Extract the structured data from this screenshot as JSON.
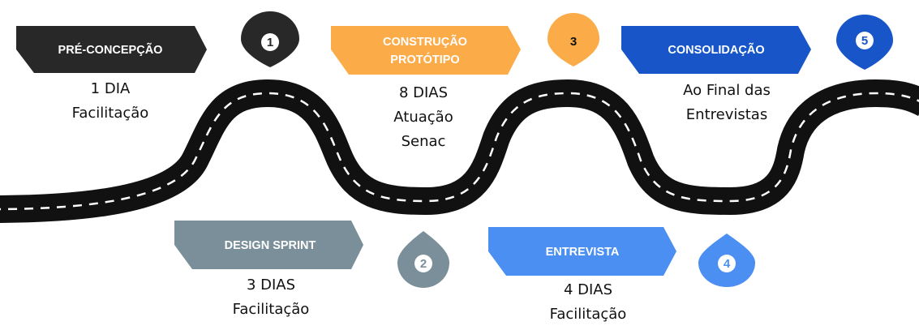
{
  "colors": {
    "road": "#111111",
    "road_dashes": "#ffffff",
    "step1": "#282828",
    "step2": "#7a8f99",
    "step3": "#fbab48",
    "step4": "#4b8ff2",
    "step5": "#1755c9"
  },
  "steps": [
    {
      "number": "1",
      "title_lines": [
        "PRÉ-CONCEPÇÃO"
      ],
      "desc_lines": [
        "1 DIA",
        "Facilitação"
      ]
    },
    {
      "number": "2",
      "title_lines": [
        "DESIGN SPRINT"
      ],
      "desc_lines": [
        "3 DIAS",
        "Facilitação"
      ]
    },
    {
      "number": "3",
      "title_lines": [
        "CONSTRUÇÃO",
        "PROTÓTIPO"
      ],
      "desc_lines": [
        "8 DIAS",
        "Atuação",
        "Senac"
      ]
    },
    {
      "number": "4",
      "title_lines": [
        "ENTREVISTA"
      ],
      "desc_lines": [
        "4 DIAS",
        "Facilitação"
      ]
    },
    {
      "number": "5",
      "title_lines": [
        "CONSOLIDAÇÃO"
      ],
      "desc_lines": [
        "Ao Final das",
        "Entrevistas"
      ]
    }
  ]
}
